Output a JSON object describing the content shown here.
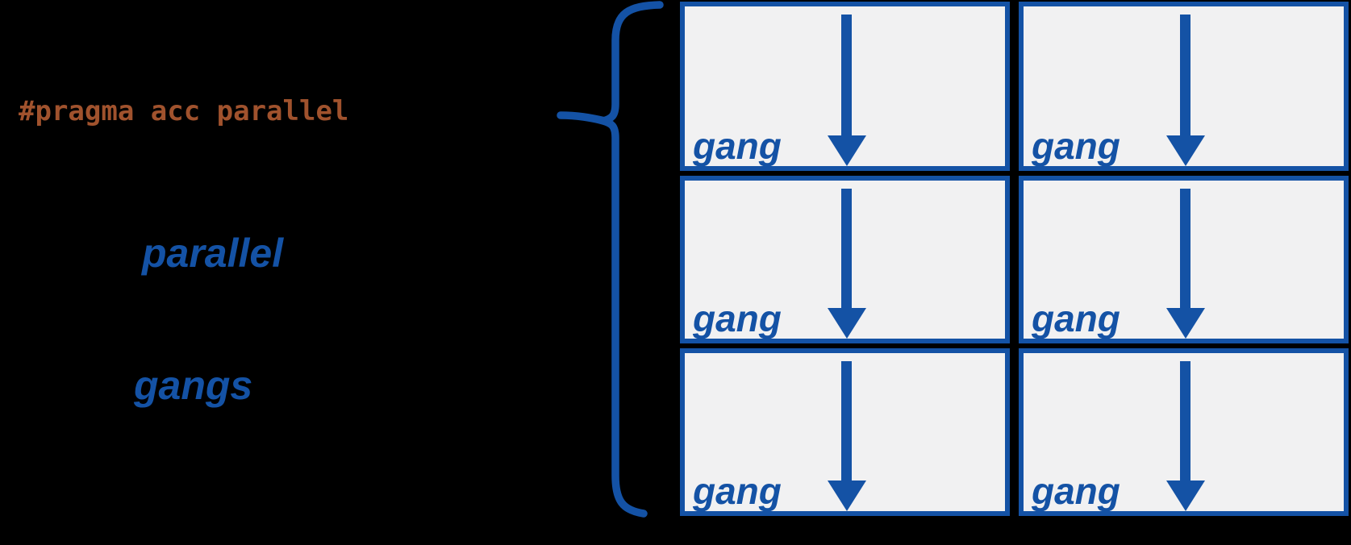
{
  "code_annotation": {
    "text": "#pragma acc parallel"
  },
  "keywords": {
    "construct": "parallel",
    "resource": "gangs"
  },
  "brace": {
    "shape": "left-curly-brace",
    "connects": "pragma-to-gang-grid"
  },
  "grid": {
    "rows": 3,
    "cols": 2,
    "boxes": [
      {
        "label": "gang"
      },
      {
        "label": "gang"
      },
      {
        "label": "gang"
      },
      {
        "label": "gang"
      },
      {
        "label": "gang"
      },
      {
        "label": "gang"
      }
    ]
  },
  "icons": {
    "arrow": "down-arrow"
  },
  "colors": {
    "blue": "#1452a5",
    "orange_brown": "#a0522d",
    "box_fill": "#f1f1f2",
    "background": "#000000"
  }
}
